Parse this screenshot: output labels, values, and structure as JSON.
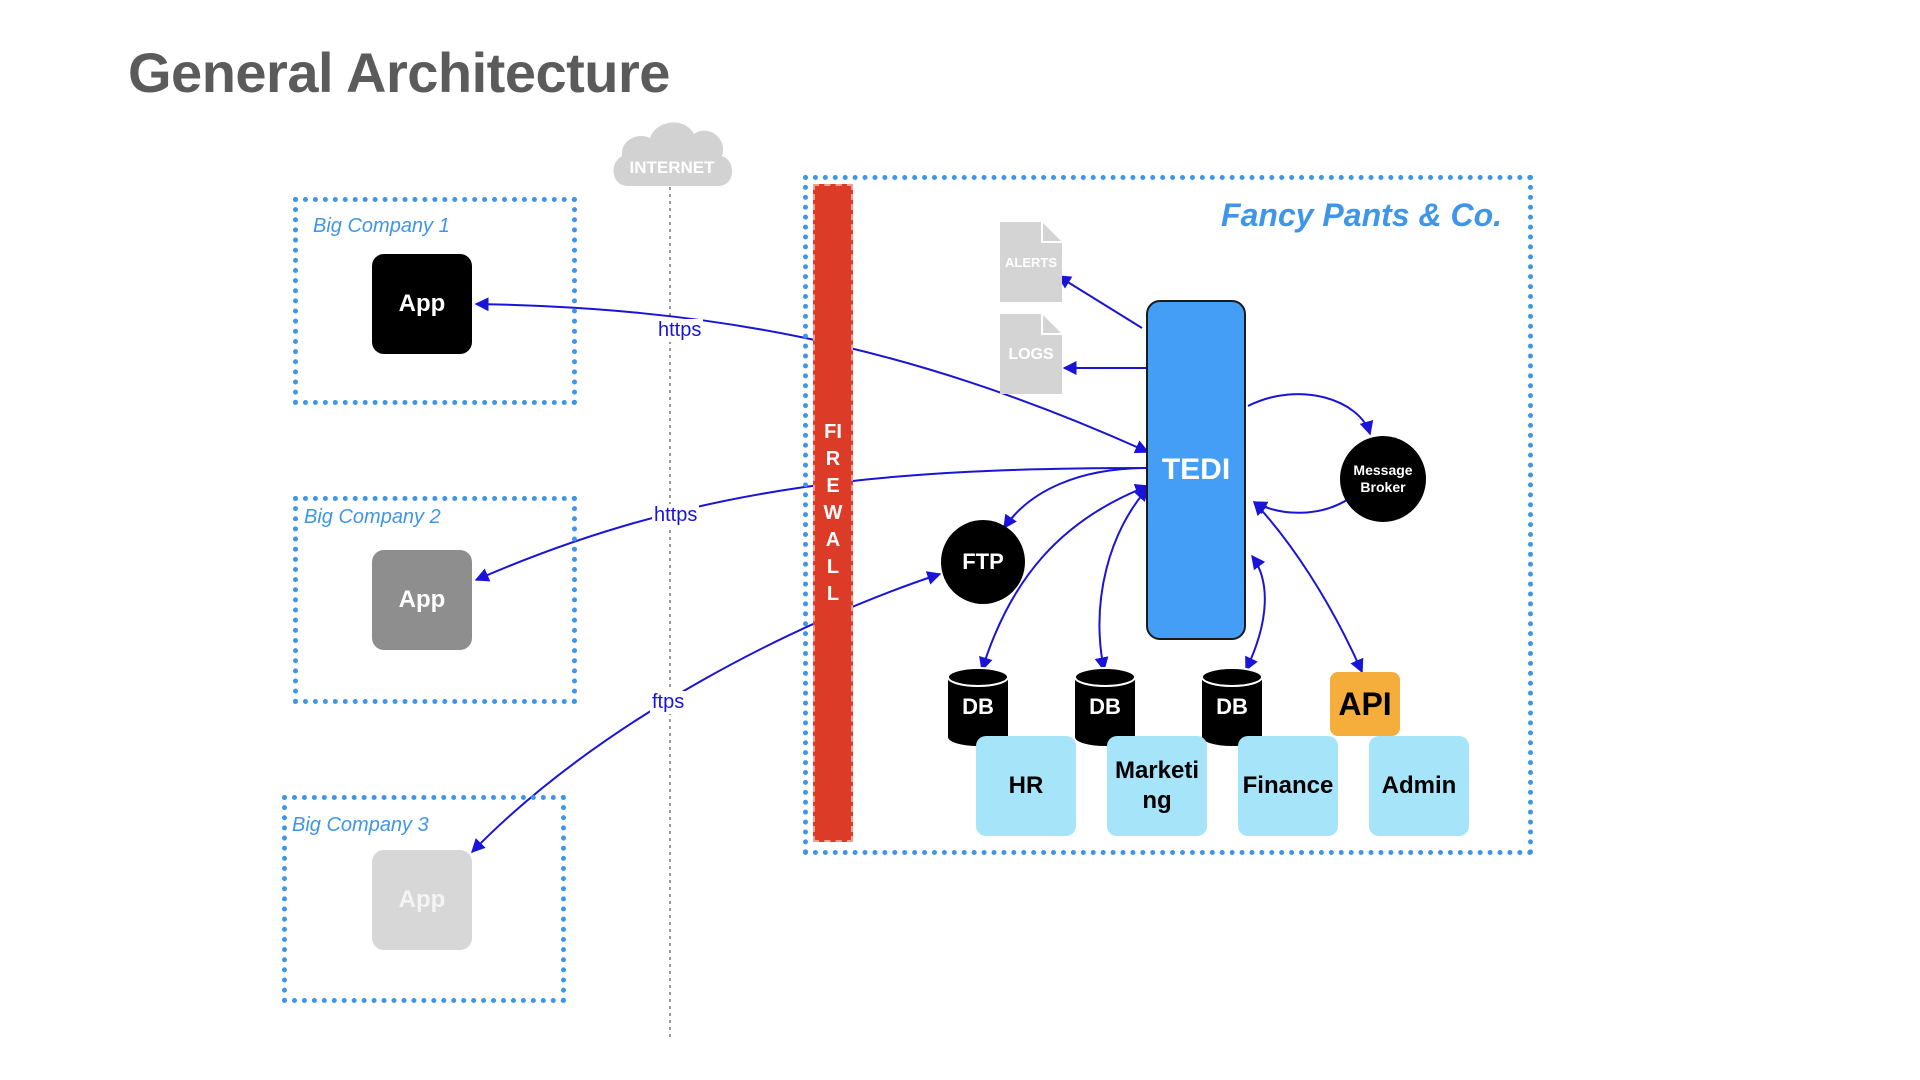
{
  "title": "General Architecture",
  "internet": {
    "label": "INTERNET"
  },
  "companies": [
    {
      "label": "Big Company 1",
      "app_label": "App",
      "app_color": "#000000",
      "app_text_color": "#ffffff"
    },
    {
      "label": "Big Company 2",
      "app_label": "App",
      "app_color": "#8e8e8e",
      "app_text_color": "#ffffff"
    },
    {
      "label": "Big Company 3",
      "app_label": "App",
      "app_color": "#d7d7d7",
      "app_text_color": "#f4f4f4"
    }
  ],
  "firewall": {
    "label": "FIREWALL",
    "color": "#dc3b27"
  },
  "fancy_pants": {
    "label": "Fancy Pants & Co."
  },
  "tedi": {
    "label": "TEDI",
    "color": "#449ef6"
  },
  "documents": {
    "alerts": "ALERTS",
    "logs": "LOGS"
  },
  "message_broker": {
    "label": "Message Broker"
  },
  "ftp": {
    "label": "FTP"
  },
  "databases": [
    "DB",
    "DB",
    "DB"
  ],
  "api": {
    "label": "API",
    "color": "#f5ae3b"
  },
  "departments": [
    "HR",
    "Marketing",
    "Finance",
    "Admin"
  ],
  "edges": {
    "https_1": "https",
    "https_2": "https",
    "ftps": "ftps"
  },
  "colors": {
    "accent": "#3f96e8",
    "edge": "#1a14d6",
    "dept": "#a6e4f9"
  }
}
